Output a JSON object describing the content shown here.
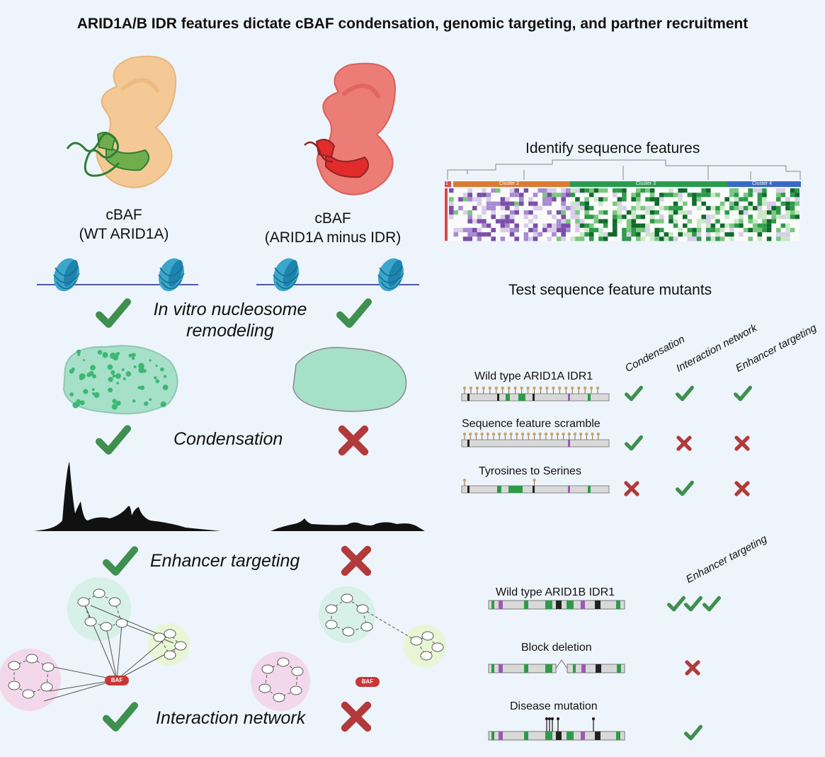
{
  "title": "ARID1A/B IDR features dictate cBAF condensation, genomic targeting, and partner recruitment",
  "left": {
    "wt_label": [
      "cBAF",
      "(WT ARID1A)"
    ],
    "mut_label": [
      "cBAF",
      "(ARID1A minus IDR)"
    ],
    "rows": [
      {
        "label": [
          "In vitro nucleosome",
          "remodeling"
        ],
        "wt": "check",
        "mut": "check"
      },
      {
        "label": [
          "Condensation"
        ],
        "wt": "check",
        "mut": "cross"
      },
      {
        "label": [
          "Enhancer targeting"
        ],
        "wt": "check",
        "mut": "cross"
      },
      {
        "label": [
          "Interaction network"
        ],
        "wt": "check",
        "mut": "cross"
      }
    ],
    "baf_label": "BAF"
  },
  "right": {
    "heatmap_heading": "Identify sequence features",
    "clusters": [
      "1",
      "Cluster 2",
      "Cluster 3",
      "Cluster 4"
    ],
    "mutants_heading": "Test sequence feature mutants",
    "arid1a_columns": [
      "Condensation",
      "Interaction network",
      "Enhancer targeting"
    ],
    "arid1a_rows": [
      {
        "label": "Wild type ARID1A IDR1",
        "marks": [
          "check",
          "check",
          "check"
        ]
      },
      {
        "label": "Sequence feature scramble",
        "marks": [
          "check",
          "cross",
          "cross"
        ]
      },
      {
        "label": "Tyrosines to Serines",
        "marks": [
          "cross",
          "check",
          "cross"
        ]
      }
    ],
    "arid1b_column": "Enhancer targeting",
    "arid1b_rows": [
      {
        "label": "Wild type ARID1B IDR1",
        "marks": [
          "check",
          "check",
          "check"
        ]
      },
      {
        "label": "Block deletion",
        "marks": [
          "cross"
        ]
      },
      {
        "label": "Disease mutation",
        "marks": [
          "check"
        ]
      }
    ]
  },
  "colors": {
    "check": "#3f8f4e",
    "cross": "#b23a3a",
    "wt_protein": "#f4c995",
    "mut_protein": "#ec7d76",
    "idr": "#2f7d36",
    "condensate": "#a6e0c8",
    "peaks": "#111111",
    "nucleosome": "#3aa6cc"
  }
}
